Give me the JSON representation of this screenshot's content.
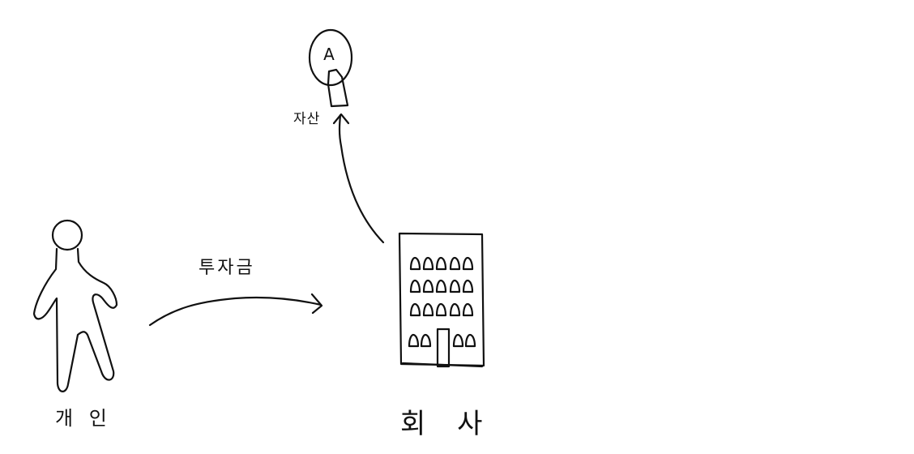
{
  "labels": {
    "asset_letter": "A",
    "asset": "자산",
    "investment": "투자금",
    "individual": "개 인",
    "company": "회 사"
  },
  "colors": {
    "ink": "#111111",
    "background": "#ffffff"
  }
}
